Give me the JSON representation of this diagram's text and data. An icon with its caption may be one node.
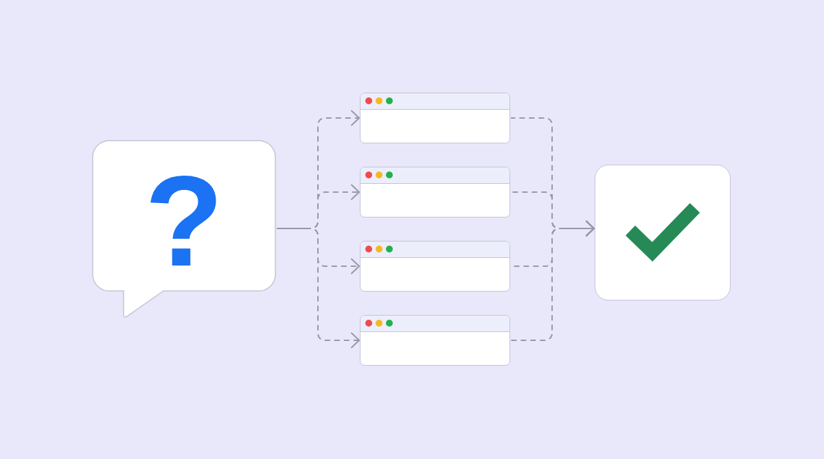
{
  "diagram": {
    "nodes": [
      {
        "text": [
          "?"
        ]
      },
      {
        "text": [],
        "shape": "window"
      },
      {
        "text": [],
        "shape": "window"
      },
      {
        "text": [],
        "shape": "window"
      },
      {
        "text": [],
        "shape": "window"
      },
      {
        "text": [],
        "shape": "box"
      }
    ],
    "edges": [
      {
        "from": 0,
        "to": 1,
        "arrow": "to",
        "style": "dashed"
      },
      {
        "from": 0,
        "to": 2,
        "arrow": "to",
        "style": "dashed"
      },
      {
        "from": 0,
        "to": 3,
        "arrow": "to",
        "style": "dashed"
      },
      {
        "from": 0,
        "to": 4,
        "arrow": "to",
        "style": "dashed"
      },
      {
        "from": 1,
        "to": 5,
        "arrow": "to",
        "style": "dashed"
      },
      {
        "from": 2,
        "to": 5,
        "arrow": "to",
        "style": "dashed"
      },
      {
        "from": 3,
        "to": 5,
        "arrow": "to",
        "style": "dashed"
      },
      {
        "from": 4,
        "to": 5,
        "arrow": "to",
        "style": "dashed"
      }
    ]
  }
}
